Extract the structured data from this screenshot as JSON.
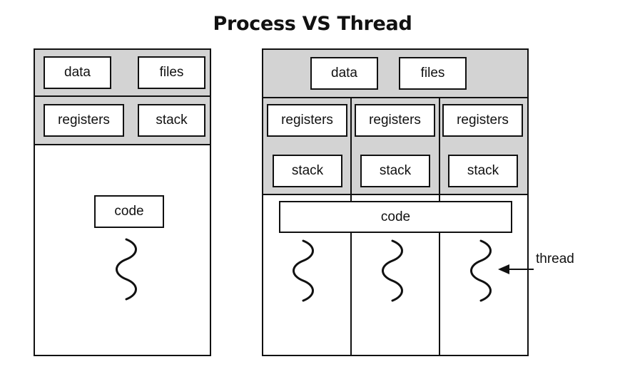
{
  "title": "Process VS Thread",
  "labels": {
    "data": "data",
    "files": "files",
    "registers": "registers",
    "stack": "stack",
    "code": "code",
    "thread": "thread"
  },
  "colors": {
    "shaded_band": "#d3d3d3",
    "box_fill": "#ffffff",
    "stroke": "#111111"
  }
}
